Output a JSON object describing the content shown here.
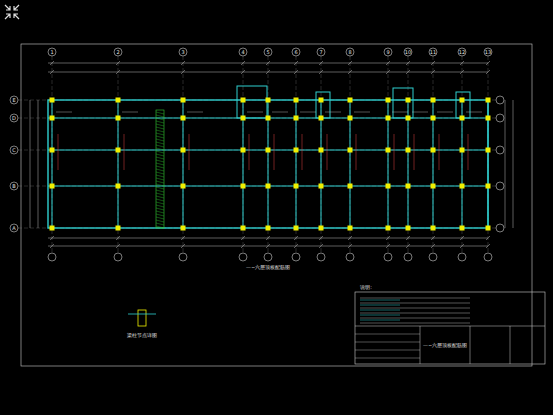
{
  "diagram": {
    "labels": [
      "1",
      "2",
      "3",
      "4",
      "5",
      "6",
      "7",
      "8",
      "9",
      "10",
      "11",
      "12",
      "13",
      "E",
      "D",
      "C",
      "B",
      "A",
      "一~六层顶板配筋图",
      "说明:",
      "梁柱节点详图",
      "一~六层顶板配筋图"
    ]
  }
}
